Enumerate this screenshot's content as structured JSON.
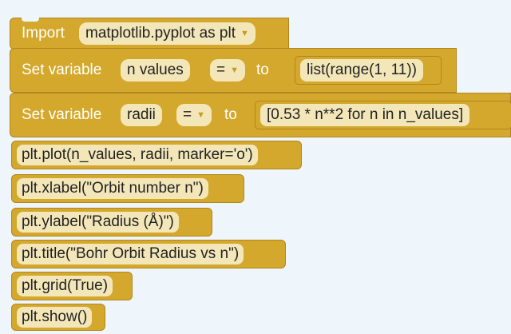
{
  "blocks": {
    "import": {
      "keyword": "Import",
      "module": "matplotlib.pyplot as plt"
    },
    "set_n_values": {
      "label": "Set variable",
      "var": "n values",
      "op": "=",
      "to": "to",
      "value": "list(range(1, 11))"
    },
    "set_radii": {
      "label": "Set variable",
      "var": "radii",
      "op": "=",
      "to": "to",
      "value": "[0.53 * n**2 for n in n_values]"
    },
    "plot": "plt.plot(n_values, radii, marker='o')",
    "xlabel": "plt.xlabel(\"Orbit number n\")",
    "ylabel": "plt.ylabel(\"Radius (Å)\")",
    "title": "plt.title(\"Bohr Orbit Radius vs n\")",
    "grid": "plt.grid(True)",
    "show": "plt.show()"
  },
  "colors": {
    "block": "#d4a82c",
    "block_border": "#b08620",
    "field": "#f3e7b9",
    "background": "#eef5fb"
  },
  "icons": {
    "dropdown": "caret-down-icon"
  }
}
